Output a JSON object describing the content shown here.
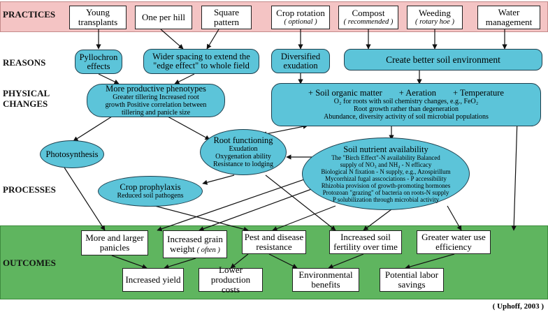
{
  "rows": {
    "practices": "PRACTICES",
    "reasons": "REASONS",
    "physical_changes": [
      "PHYSICAL",
      "CHANGES"
    ],
    "processes": "PROCESSES",
    "outcomes": "OUTCOMES"
  },
  "practices": {
    "young": [
      "Young",
      "transplants"
    ],
    "one_per_hill": "One per hill",
    "square": [
      "Square",
      "pattern"
    ],
    "crop_rotation": {
      "label": "Crop rotation",
      "note": "( optional )"
    },
    "compost": {
      "label": "Compost",
      "note": "( recommended )"
    },
    "weeding": {
      "label": "Weeding",
      "note": "( rotary hoe )"
    },
    "water": [
      "Water",
      "management"
    ]
  },
  "reasons": {
    "phyllochron": [
      "Pyllochron",
      "effects"
    ],
    "spacing": [
      "Wider spacing to extend the",
      "\"edge effect\" to whole field"
    ],
    "diversified": [
      "Diversified",
      "exudation"
    ],
    "soil_env": "Create better soil environment"
  },
  "physical": {
    "phenotypes": {
      "title": "More productive phenotypes",
      "lines": [
        "Greater tillering Increased root",
        "growth Positive correlation between",
        "tillering and panicle size"
      ]
    },
    "soil": {
      "head": [
        "+ Soil organic matter",
        "+ Aeration",
        "+ Temperature"
      ],
      "lines": [
        "O₂ for roots with soil chemistry changes, e.g., FeO₂",
        "Root growth rather than degeneration",
        "Abundance, diversity activity of soil microbial populations"
      ]
    }
  },
  "processes": {
    "photosynthesis": "Photosynthesis",
    "root_functioning": {
      "title": "Root functioning",
      "lines": [
        "Exudation",
        "Oxygenation ability",
        "Resistance to lodging"
      ]
    },
    "nutrient": {
      "title": "Soil nutrient availability",
      "lines": [
        "The \"Birch Effect\"-N availability Balanced",
        "supply of NO₃ and NH₄ - N efficacy",
        "Biological N fixation - N supply, e.g., Azospirillum",
        "Mycorrhizal fugal asscociations - P accessibility",
        "Rhizobia provision of growth-promoting hormones",
        "Protozoan \"grazing\" of bacteria on roots-N supply",
        "P solubilization through microbial activity"
      ]
    },
    "prophylaxis": {
      "title": "Crop prophylaxis",
      "detail": "Reduced soil pathogens"
    }
  },
  "outcomes": {
    "panicles": [
      "More and larger",
      "panicles"
    ],
    "grain": {
      "line1": "Increased grain",
      "line2": "weight",
      "note": "( often )"
    },
    "pest": [
      "Pest and disease",
      "resistance"
    ],
    "fertility": [
      "Increased soil",
      "fertility over time"
    ],
    "water_eff": [
      "Greater water use",
      "efficiency"
    ],
    "yield": "Increased yield",
    "costs": [
      "Lower production",
      "costs"
    ],
    "env": [
      "Environmental",
      "benefits"
    ],
    "labor": [
      "Potential labor",
      "savings"
    ]
  },
  "credit": "( Uphoff, 2003 )",
  "colors": {
    "practices_band": "#f4c4c4",
    "outcomes_band": "#5fb55f",
    "oval_fill": "#5cc4d9"
  }
}
